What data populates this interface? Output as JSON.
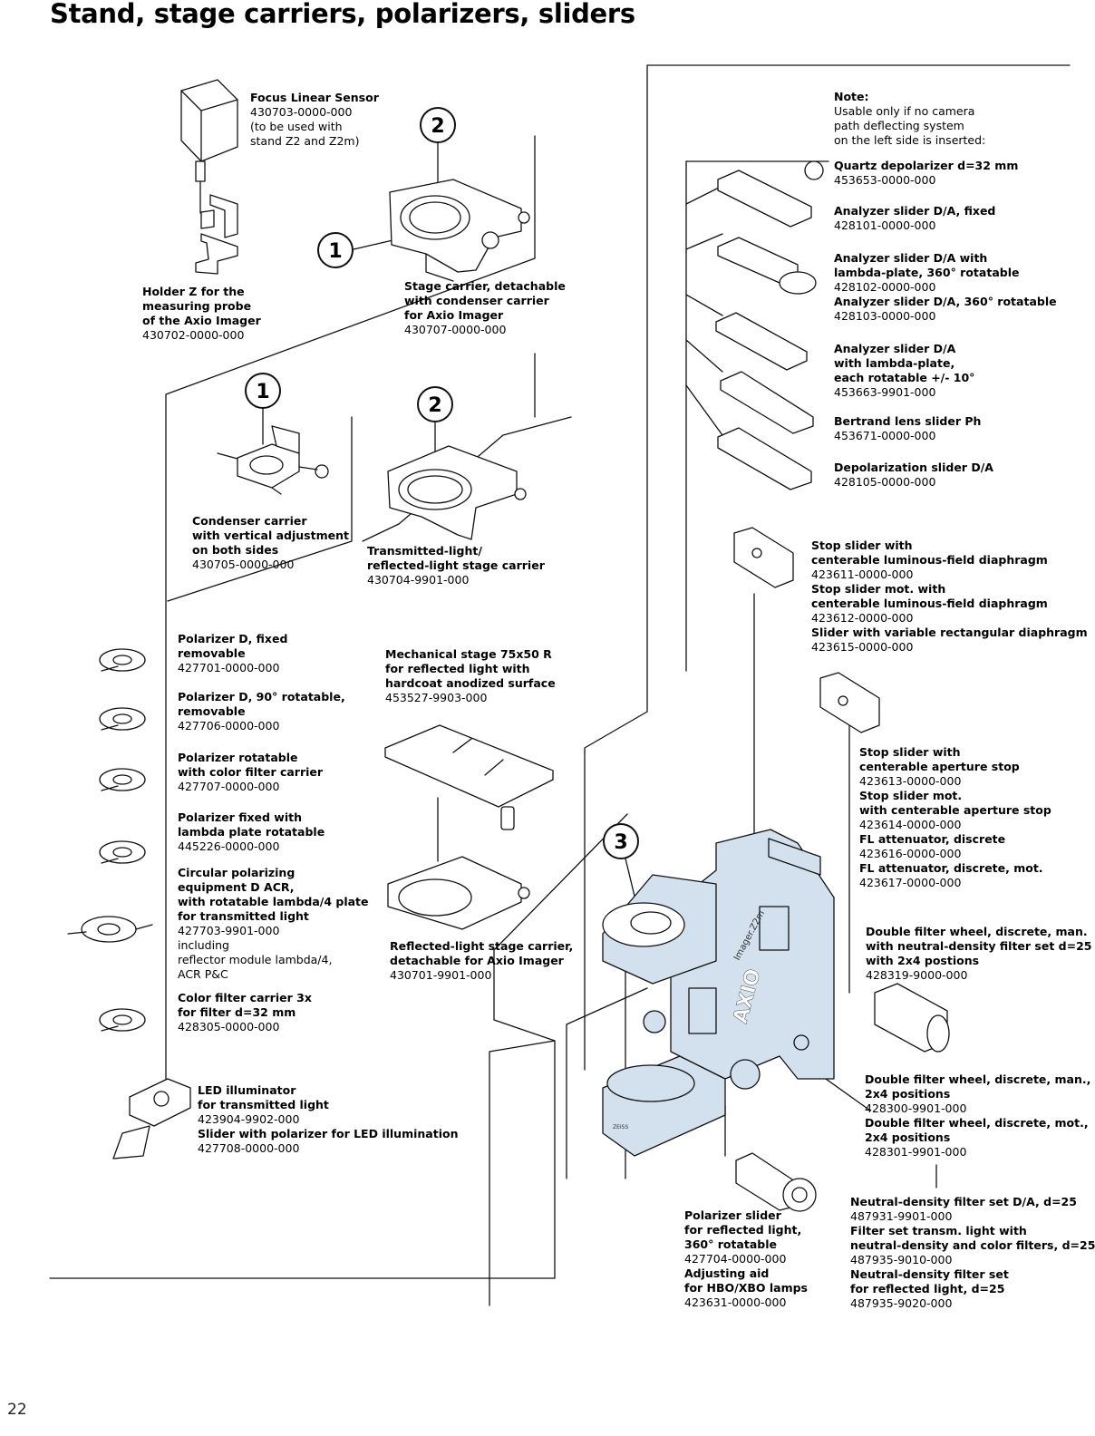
{
  "page": {
    "title": "Stand, stage carriers, polarizers, sliders",
    "number": "22"
  },
  "callouts": {
    "one": "1",
    "two": "2",
    "three": "3"
  },
  "labels": {
    "focus_sensor": [
      {
        "t": "Focus Linear Sensor",
        "b": true
      },
      {
        "t": "430703-0000-000",
        "b": false
      },
      {
        "t": "(to be used with",
        "b": false
      },
      {
        "t": "stand Z2 and Z2m)",
        "b": false
      }
    ],
    "holder_z": [
      {
        "t": "Holder Z for the",
        "b": true
      },
      {
        "t": "measuring probe",
        "b": true
      },
      {
        "t": "of the Axio Imager",
        "b": true
      },
      {
        "t": "430702-0000-000",
        "b": false
      }
    ],
    "stage_carrier": [
      {
        "t": "Stage carrier, detachable",
        "b": true
      },
      {
        "t": "with condenser carrier",
        "b": true
      },
      {
        "t": "for Axio Imager",
        "b": true
      },
      {
        "t": "430707-0000-000",
        "b": false
      }
    ],
    "condenser_carrier": [
      {
        "t": "Condenser carrier",
        "b": true
      },
      {
        "t": "with vertical adjustment",
        "b": true
      },
      {
        "t": "on both sides",
        "b": true
      },
      {
        "t": "430705-0000-000",
        "b": false
      }
    ],
    "tl_rl_stage": [
      {
        "t": "Transmitted-light/",
        "b": true
      },
      {
        "t": "reflected-light stage carrier",
        "b": true
      },
      {
        "t": "430704-9901-000",
        "b": false
      }
    ],
    "polarizer_fixed": [
      {
        "t": "Polarizer D, fixed",
        "b": true
      },
      {
        "t": "removable",
        "b": true
      },
      {
        "t": "427701-0000-000",
        "b": false
      }
    ],
    "polarizer_90": [
      {
        "t": "Polarizer D, 90° rotatable,",
        "b": true
      },
      {
        "t": "removable",
        "b": true
      },
      {
        "t": "427706-0000-000",
        "b": false
      }
    ],
    "polarizer_color": [
      {
        "t": "Polarizer rotatable",
        "b": true
      },
      {
        "t": "with color filter carrier",
        "b": true
      },
      {
        "t": "427707-0000-000",
        "b": false
      }
    ],
    "polarizer_lambda": [
      {
        "t": "Polarizer fixed with",
        "b": true
      },
      {
        "t": "lambda plate rotatable",
        "b": true
      },
      {
        "t": "445226-0000-000",
        "b": false
      }
    ],
    "circular_pol": [
      {
        "t": "Circular polarizing",
        "b": true
      },
      {
        "t": "equipment D ACR,",
        "b": true
      },
      {
        "t": "with rotatable lambda/4 plate",
        "b": true
      },
      {
        "t": "for transmitted light",
        "b": true
      },
      {
        "t": "427703-9901-000",
        "b": false
      },
      {
        "t": "including",
        "b": false
      },
      {
        "t": "reflector module lambda/4,",
        "b": false
      },
      {
        "t": "ACR P&C",
        "b": false
      }
    ],
    "color_filter": [
      {
        "t": "Color filter carrier 3x",
        "b": true
      },
      {
        "t": "for filter d=32 mm",
        "b": true
      },
      {
        "t": "428305-0000-000",
        "b": false
      }
    ],
    "led": [
      {
        "t": "LED illuminator",
        "b": true
      },
      {
        "t": "for transmitted light",
        "b": true
      },
      {
        "t": "423904-9902-000",
        "b": false
      },
      {
        "t": "Slider with polarizer for LED illumination",
        "b": true
      },
      {
        "t": "427708-0000-000",
        "b": false
      }
    ],
    "mech_stage": [
      {
        "t": "Mechanical stage 75x50 R",
        "b": true
      },
      {
        "t": "for reflected light with",
        "b": true
      },
      {
        "t": "hardcoat anodized surface",
        "b": true
      },
      {
        "t": "453527-9903-000",
        "b": false
      }
    ],
    "rl_stage": [
      {
        "t": "Reflected-light stage carrier,",
        "b": true
      },
      {
        "t": "detachable for Axio Imager",
        "b": true
      },
      {
        "t": "430701-9901-000",
        "b": false
      }
    ],
    "note": [
      {
        "t": "Note:",
        "b": true
      },
      {
        "t": "Usable only if no camera",
        "b": false
      },
      {
        "t": "path deflecting system",
        "b": false
      },
      {
        "t": "on the left side is inserted:",
        "b": false
      }
    ],
    "quartz": [
      {
        "t": "Quartz depolarizer d=32 mm",
        "b": true
      },
      {
        "t": "453653-0000-000",
        "b": false
      }
    ],
    "analyzer_fixed": [
      {
        "t": "Analyzer slider D/A, fixed",
        "b": true
      },
      {
        "t": "428101-0000-000",
        "b": false
      }
    ],
    "analyzer_lambda": [
      {
        "t": "Analyzer slider D/A with",
        "b": true
      },
      {
        "t": "lambda-plate, 360° rotatable",
        "b": true
      },
      {
        "t": "428102-0000-000",
        "b": false
      },
      {
        "t": "Analyzer slider D/A, 360° rotatable",
        "b": true
      },
      {
        "t": "428103-0000-000",
        "b": false
      }
    ],
    "analyzer_10": [
      {
        "t": "Analyzer slider D/A",
        "b": true
      },
      {
        "t": "with lambda-plate,",
        "b": true
      },
      {
        "t": "each rotatable +/- 10°",
        "b": true
      },
      {
        "t": "453663-9901-000",
        "b": false
      }
    ],
    "bertrand": [
      {
        "t": "Bertrand lens slider Ph",
        "b": true
      },
      {
        "t": "453671-0000-000",
        "b": false
      }
    ],
    "depol": [
      {
        "t": "Depolarization slider D/A",
        "b": true
      },
      {
        "t": "428105-0000-000",
        "b": false
      }
    ],
    "stop_lf": [
      {
        "t": "Stop slider with",
        "b": true
      },
      {
        "t": "centerable luminous-field diaphragm",
        "b": true
      },
      {
        "t": "423611-0000-000",
        "b": false
      },
      {
        "t": "Stop slider mot. with",
        "b": true
      },
      {
        "t": "centerable luminous-field diaphragm",
        "b": true
      },
      {
        "t": "423612-0000-000",
        "b": false
      },
      {
        "t": "Slider with variable rectangular diaphragm",
        "b": true
      },
      {
        "t": "423615-0000-000",
        "b": false
      }
    ],
    "stop_ap": [
      {
        "t": "Stop slider with",
        "b": true
      },
      {
        "t": "centerable aperture stop",
        "b": true
      },
      {
        "t": "423613-0000-000",
        "b": false
      },
      {
        "t": "Stop slider mot.",
        "b": true
      },
      {
        "t": "with centerable aperture stop",
        "b": true
      },
      {
        "t": "423614-0000-000",
        "b": false
      },
      {
        "t": "FL attenuator, discrete",
        "b": true
      },
      {
        "t": "423616-0000-000",
        "b": false
      },
      {
        "t": "FL attenuator, discrete, mot.",
        "b": true
      },
      {
        "t": "423617-0000-000",
        "b": false
      }
    ],
    "dfw_nd": [
      {
        "t": "Double filter wheel, discrete, man.",
        "b": true
      },
      {
        "t": "with neutral-density filter set d=25",
        "b": true
      },
      {
        "t": "with 2x4 postions",
        "b": true
      },
      {
        "t": "428319-9000-000",
        "b": false
      }
    ],
    "dfw": [
      {
        "t": "Double filter wheel, discrete, man.,",
        "b": true
      },
      {
        "t": "2x4 positions",
        "b": true
      },
      {
        "t": "428300-9901-000",
        "b": false
      },
      {
        "t": "Double filter wheel, discrete, mot.,",
        "b": true
      },
      {
        "t": "2x4 positions",
        "b": true
      },
      {
        "t": "428301-9901-000",
        "b": false
      }
    ],
    "nd_sets": [
      {
        "t": "Neutral-density filter set D/A, d=25",
        "b": true
      },
      {
        "t": "487931-9901-000",
        "b": false
      },
      {
        "t": "Filter set transm. light with",
        "b": true
      },
      {
        "t": "neutral-density and color filters, d=25",
        "b": true
      },
      {
        "t": "487935-9010-000",
        "b": false
      },
      {
        "t": "Neutral-density filter set",
        "b": true
      },
      {
        "t": "for reflected light, d=25",
        "b": true
      },
      {
        "t": "487935-9020-000",
        "b": false
      }
    ],
    "pol_slider": [
      {
        "t": "Polarizer slider",
        "b": true
      },
      {
        "t": "for reflected light,",
        "b": true
      },
      {
        "t": "360° rotatable",
        "b": true
      },
      {
        "t": "427704-0000-000",
        "b": false
      },
      {
        "t": "Adjusting aid",
        "b": true
      },
      {
        "t": "for HBO/XBO lamps",
        "b": true
      },
      {
        "t": "423631-0000-000",
        "b": false
      }
    ]
  },
  "stand_markings": {
    "brand": "AXIO",
    "model": "Imager.Z2m",
    "logo": "ZEISS"
  },
  "colors": {
    "stand_fill": "#d3e1ee",
    "part_fill": "#ffffff",
    "stroke": "#111111"
  }
}
